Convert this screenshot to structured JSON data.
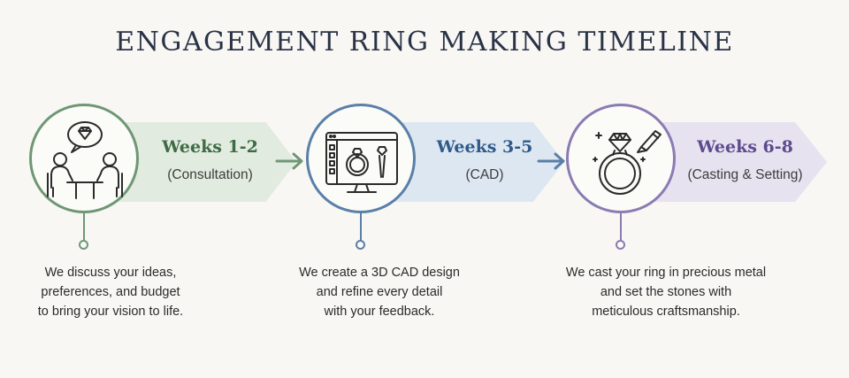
{
  "title": "ENGAGEMENT RING MAKING TIMELINE",
  "steps": [
    {
      "weeks": "Weeks 1-2",
      "phase": "(Consultation)",
      "icon": "consultation-icon",
      "color": "#6f9775",
      "banner_color": "#e2ebdf",
      "description": [
        "We discuss your ideas,",
        "preferences, and budget",
        "to bring your vision to life."
      ]
    },
    {
      "weeks": "Weeks 3-5",
      "phase": "(CAD)",
      "icon": "cad-monitor-icon",
      "color": "#5a7fa8",
      "banner_color": "#dde7f1",
      "description": [
        "We create a 3D CAD design",
        "and refine every detail",
        "with your feedback."
      ]
    },
    {
      "weeks": "Weeks 6-8",
      "phase": "(Casting & Setting)",
      "icon": "ring-engraving-icon",
      "color": "#8a7bb3",
      "banner_color": "#e6e2ef",
      "description": [
        "We cast your ring in precious metal",
        "and set the stones with",
        "meticulous craftsmanship."
      ]
    }
  ],
  "colors": {
    "title": "#2a3346",
    "weeks_1": "#3d6b45",
    "weeks_2": "#2f5a8a",
    "weeks_3": "#5e4a8f",
    "background": "#f8f7f4"
  }
}
